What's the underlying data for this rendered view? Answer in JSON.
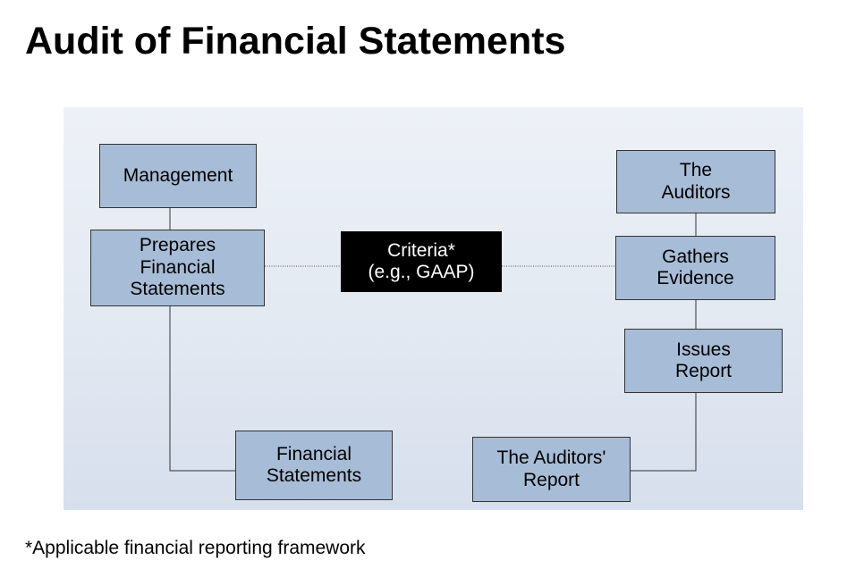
{
  "title": "Audit of Financial Statements",
  "diagram": {
    "management": "Management",
    "prepares": "Prepares\nFinancial\nStatements",
    "criteria": "Criteria*\n(e.g., GAAP)",
    "auditors": "The\nAuditors",
    "gathers": "Gathers\nEvidence",
    "issues": "Issues\nReport",
    "financial_statements": "Financial\nStatements",
    "auditors_report": "The Auditors'\nReport"
  },
  "footnote": "*Applicable financial reporting framework",
  "colors": {
    "box_fill": "#a7bcd6",
    "box_border": "#333333",
    "criteria_fill": "#000000",
    "panel_top": "#edf1f7",
    "panel_bottom": "#d6dfec"
  }
}
